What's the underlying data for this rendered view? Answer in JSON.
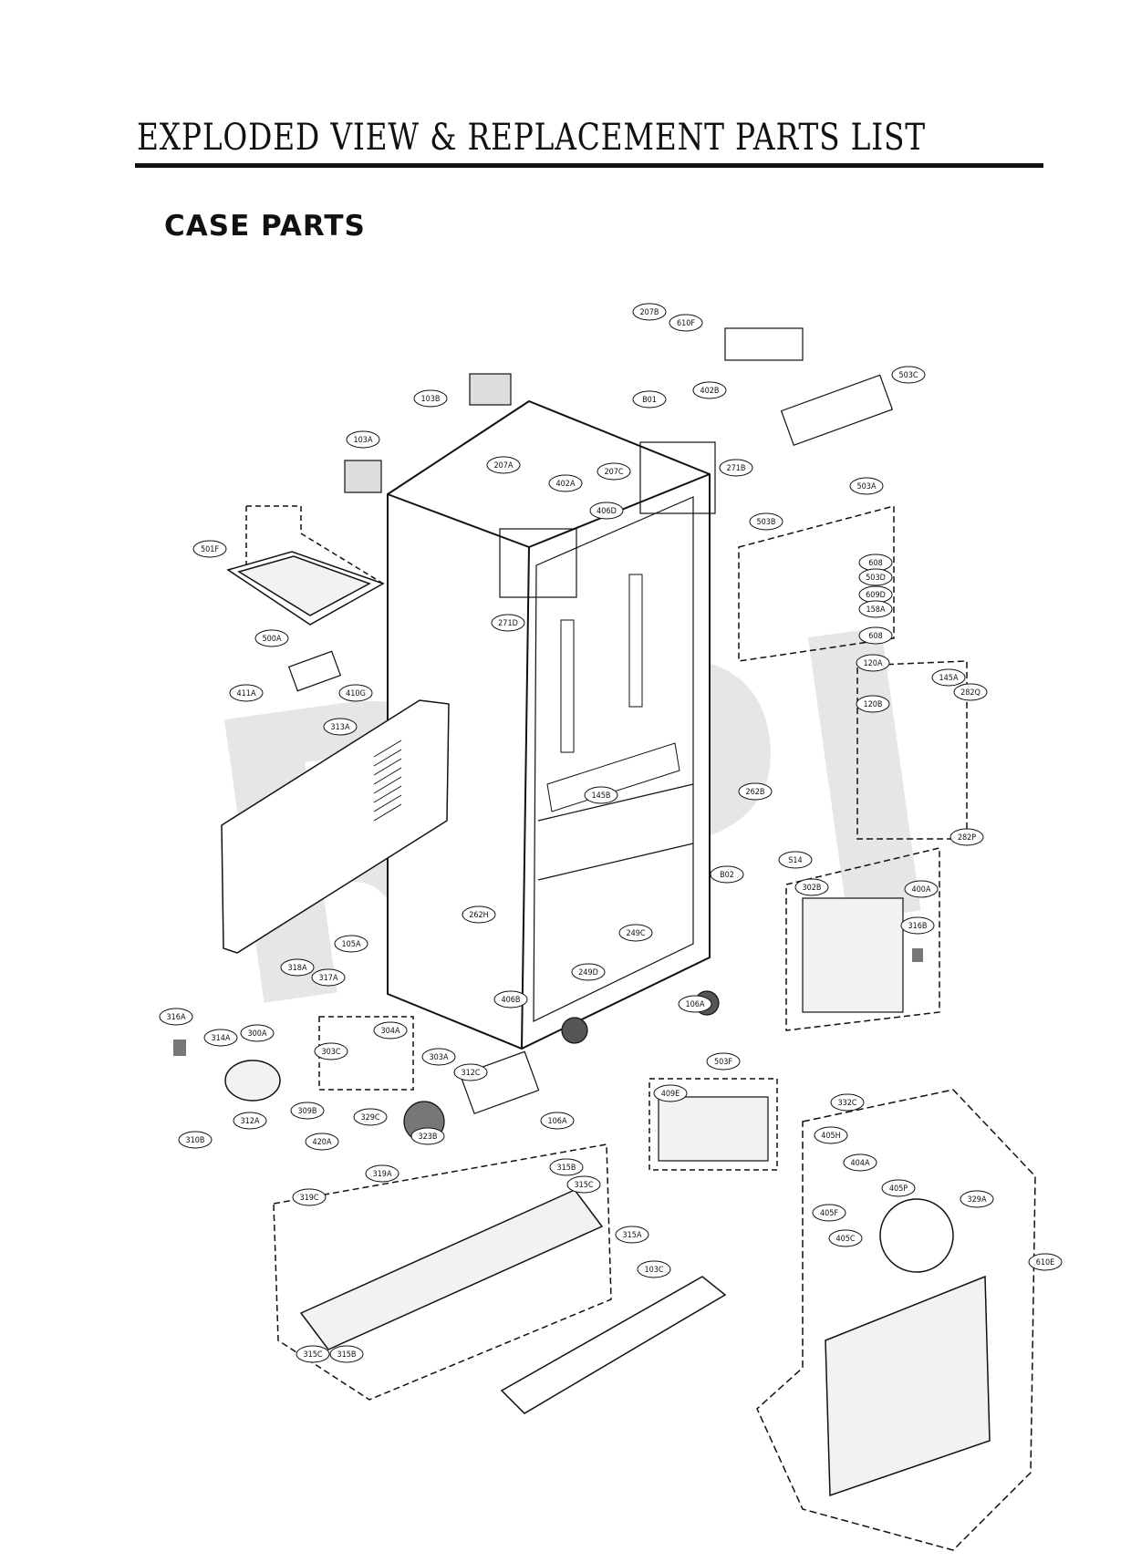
{
  "header": {
    "title": "EXPLODED VIEW & REPLACEMENT PARTS LIST",
    "subtitle": "CASE PARTS"
  },
  "watermark": "RPI",
  "colors": {
    "ink": "#111111",
    "watermark": "#e6e6e6",
    "part_fill": "#f2f2f2"
  },
  "callouts": [
    "207B",
    "610F",
    "402B",
    "103B",
    "B01",
    "503C",
    "103A",
    "207A",
    "402A",
    "207C",
    "271B",
    "406D",
    "503A",
    "501F",
    "271D",
    "503B",
    "608",
    "503D",
    "609D",
    "158A",
    "608",
    "500A",
    "411A",
    "410G",
    "120A",
    "120B",
    "145A",
    "282Q",
    "313A",
    "145B",
    "262B",
    "282P",
    "B02",
    "S14",
    "302B",
    "400A",
    "316B",
    "262H",
    "249C",
    "105A",
    "318A",
    "317A",
    "249D",
    "406B",
    "106A",
    "316A",
    "314A",
    "300A",
    "304A",
    "303C",
    "303A",
    "312C",
    "503F",
    "409E",
    "312A",
    "310B",
    "309B",
    "329C",
    "420A",
    "323B",
    "106A",
    "332C",
    "405H",
    "404A",
    "405P",
    "329A",
    "319A",
    "315B",
    "315C",
    "319C",
    "405F",
    "405C",
    "315A",
    "610E",
    "103C",
    "315C",
    "315B"
  ]
}
